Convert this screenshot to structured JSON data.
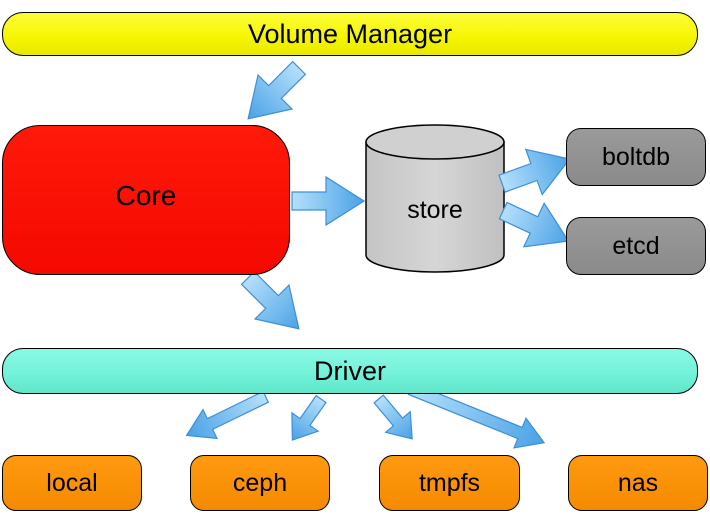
{
  "diagram": {
    "volume_manager": "Volume Manager",
    "core": "Core",
    "store": "store",
    "boltdb": "boltdb",
    "etcd": "etcd",
    "driver": "Driver",
    "local": "local",
    "ceph": "ceph",
    "tmpfs": "tmpfs",
    "nas": "nas"
  },
  "colors": {
    "volume_manager": "#f5f500",
    "core": "#f50800",
    "store": "#cccccc",
    "databases": "#8e8e8e",
    "driver": "#74f2da",
    "drivers": "#f58a00",
    "arrows": "#6ab8f0"
  }
}
